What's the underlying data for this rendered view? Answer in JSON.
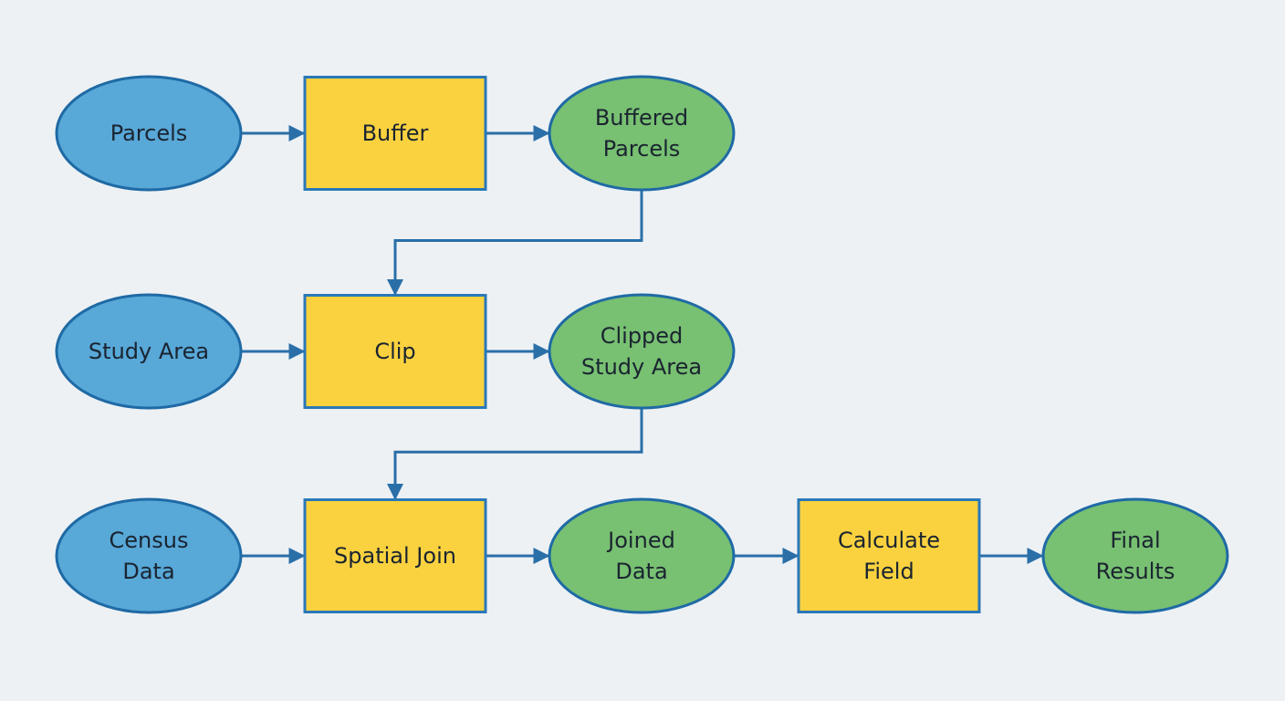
{
  "colors": {
    "background": "#edf1f4",
    "input_fill": "#58a8d8",
    "input_stroke": "#1f6aa5",
    "tool_fill": "#fad23f",
    "tool_stroke": "#2a78b8",
    "output_fill": "#78c072",
    "output_stroke": "#1f6aa5",
    "connector": "#2a6fa8",
    "text": "#1a2430"
  },
  "nodes": [
    {
      "id": "parcels",
      "kind": "input",
      "lines": [
        "Parcels"
      ]
    },
    {
      "id": "buffer",
      "kind": "tool",
      "lines": [
        "Buffer"
      ]
    },
    {
      "id": "buffered-parcels",
      "kind": "output",
      "lines": [
        "Buffered",
        "Parcels"
      ]
    },
    {
      "id": "study-area",
      "kind": "input",
      "lines": [
        "Study Area"
      ]
    },
    {
      "id": "clip",
      "kind": "tool",
      "lines": [
        "Clip"
      ]
    },
    {
      "id": "clipped-study-area",
      "kind": "output",
      "lines": [
        "Clipped",
        "Study Area"
      ]
    },
    {
      "id": "census-data",
      "kind": "input",
      "lines": [
        "Census",
        "Data"
      ]
    },
    {
      "id": "spatial-join",
      "kind": "tool",
      "lines": [
        "Spatial Join"
      ]
    },
    {
      "id": "joined-data",
      "kind": "output",
      "lines": [
        "Joined",
        "Data"
      ]
    },
    {
      "id": "calculate-field",
      "kind": "tool",
      "lines": [
        "Calculate",
        "Field"
      ]
    },
    {
      "id": "final-results",
      "kind": "output",
      "lines": [
        "Final",
        "Results"
      ]
    }
  ],
  "edges": [
    {
      "from": "parcels",
      "to": "buffer"
    },
    {
      "from": "buffer",
      "to": "buffered-parcels"
    },
    {
      "from": "buffered-parcels",
      "to": "clip"
    },
    {
      "from": "study-area",
      "to": "clip"
    },
    {
      "from": "clip",
      "to": "clipped-study-area"
    },
    {
      "from": "clipped-study-area",
      "to": "spatial-join"
    },
    {
      "from": "census-data",
      "to": "spatial-join"
    },
    {
      "from": "spatial-join",
      "to": "joined-data"
    },
    {
      "from": "joined-data",
      "to": "calculate-field"
    },
    {
      "from": "calculate-field",
      "to": "final-results"
    }
  ]
}
